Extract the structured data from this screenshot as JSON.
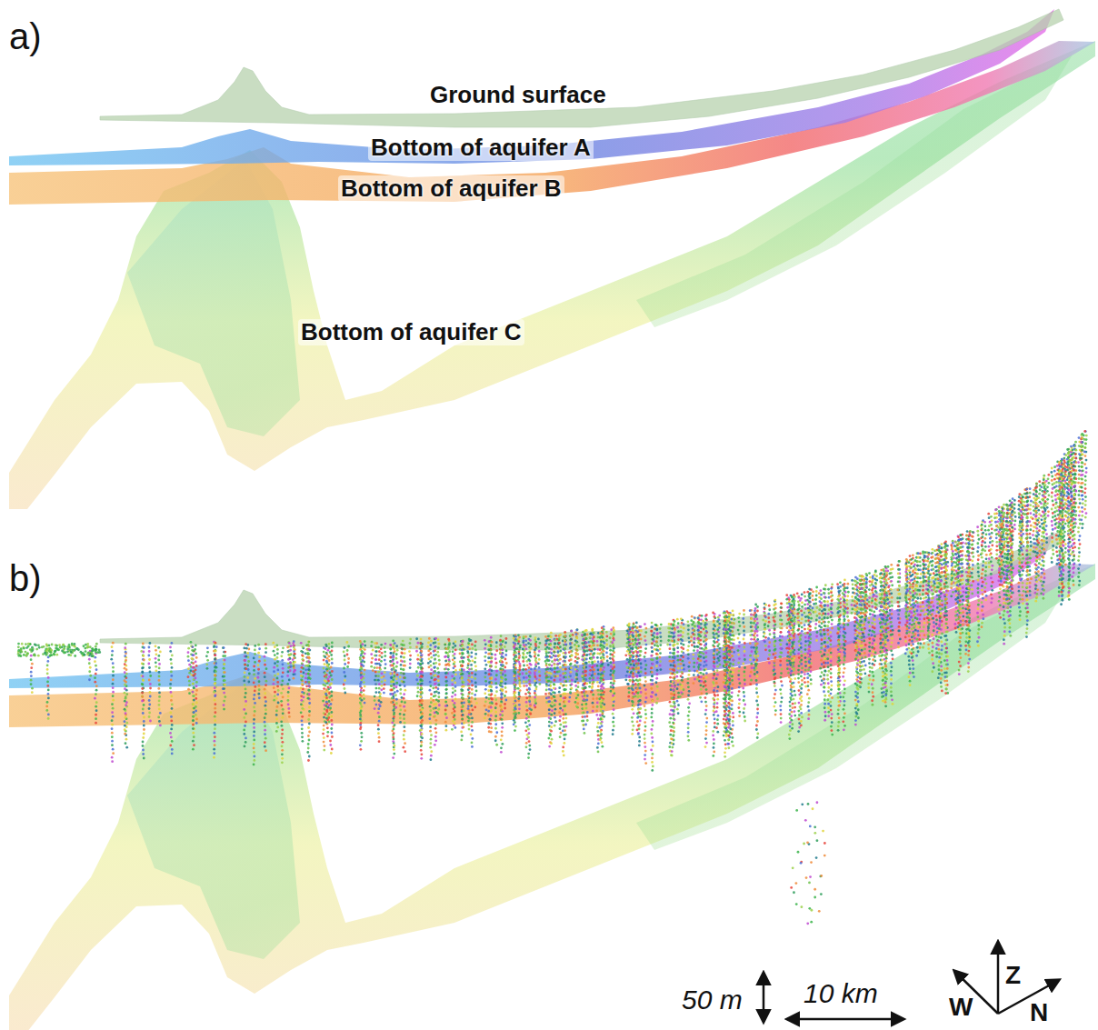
{
  "diagram": {
    "labels": [
      "a)",
      "Ground surface",
      "Bottom of aquifer A",
      "Bottom of aquifer B",
      "Bottom of aquifer C",
      "b)",
      "50 m",
      "10 km",
      "W",
      "Z",
      "N"
    ]
  }
}
